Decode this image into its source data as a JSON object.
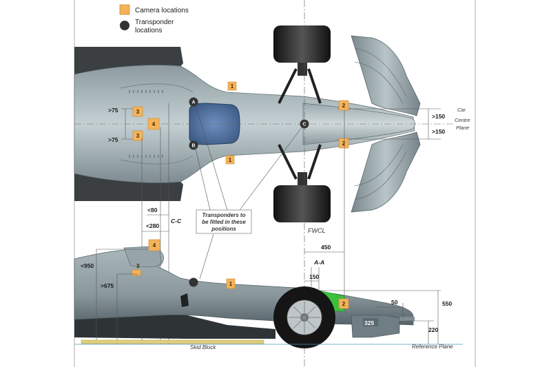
{
  "legend": {
    "camera_label": "Camera locations",
    "transponder_label_line1": "Transponder",
    "transponder_label_line2": "locations"
  },
  "colors": {
    "camera": "#f5b25a",
    "transponder": "#333333",
    "body_light": "#b7c4c8",
    "body_dark": "#6f7e84",
    "cockpit": "#4e6f9e",
    "green_zone": "#3cc03c"
  },
  "top_view": {
    "transponders": [
      "A",
      "B",
      "C"
    ],
    "cameras": [
      "1",
      "1",
      "2",
      "2",
      "3",
      "3",
      "4"
    ],
    "dims": {
      "gt75_upper": ">75",
      "gt75_lower": ">75",
      "gt150_upper": ">150",
      "gt150_lower": ">150"
    },
    "car_centre_line1": "Car",
    "car_centre_line2": "Centre",
    "car_centre_line3": "Plane"
  },
  "callout": {
    "line1": "Transponders to",
    "line2": "be fitted in these",
    "line3": "positions"
  },
  "mid_labels": {
    "lt80": "<80",
    "lt280": "<280",
    "cc": "C-C",
    "fwcl": "FWCL"
  },
  "side_view": {
    "cameras": [
      "4",
      "3",
      "1",
      "2"
    ],
    "dims": {
      "lt950": "<950",
      "gt675": ">675",
      "d450": "450",
      "aa": "A-A",
      "d150": "150",
      "d50": "50",
      "d550": "550",
      "d325": "325",
      "d220": "220"
    },
    "skid_block": "Skid Block",
    "reference_plane": "Reference Plane"
  }
}
